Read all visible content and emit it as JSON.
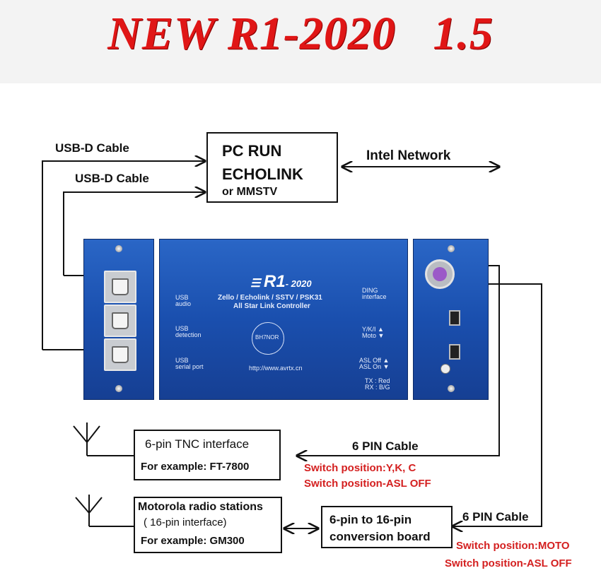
{
  "title": "NEW R1-2020   1.5",
  "cables": {
    "usb_1": "USB-D Cable",
    "usb_2": "USB-D Cable",
    "six_pin_1": "6 PIN Cable",
    "six_pin_2": "6 PIN Cable",
    "network": "Intel Network"
  },
  "pc_box": {
    "line1": "PC RUN",
    "line2": "ECHOLINK",
    "line3": "or MMSTV"
  },
  "device": {
    "logo": "R1",
    "logo_sub": "- 2020",
    "line1": "Zello / Echolink / SSTV / PSK31",
    "line2": "All Star Link  Controller",
    "url": "http://www.avrtx.cn",
    "stamp": "BH7NOR",
    "left_labels": [
      {
        "l1": "USB",
        "l2": "audio"
      },
      {
        "l1": "USB",
        "l2": "detection"
      },
      {
        "l1": "USB",
        "l2": "serial port"
      }
    ],
    "right_labels": [
      {
        "l1": "DING",
        "l2": "interface"
      },
      {
        "l1": "Y/K/I ▲",
        "l2": "Moto ▼"
      },
      {
        "l1": "ASL Off ▲",
        "l2": "ASL On ▼"
      },
      {
        "l1": "TX : Red",
        "l2": "RX : B/G"
      }
    ]
  },
  "tnc_box": {
    "line1": "6-pin TNC interface",
    "line2": "For example: FT-7800"
  },
  "motorola_box": {
    "line1": "Motorola radio stations",
    "line2": "( 16-pin interface)",
    "line3": "For example: GM300"
  },
  "conversion_box": {
    "line1": "6-pin to 16-pin",
    "line2": "conversion board"
  },
  "switch_notes": {
    "tnc_1": "Switch position:Y,K, C",
    "tnc_2": "Switch position-ASL OFF",
    "moto_1": "Switch position:MOTO",
    "moto_2": "Switch position-ASL OFF"
  },
  "colors": {
    "title": "#e01616",
    "note": "#d42020",
    "device_blue": "#1a4fae"
  }
}
